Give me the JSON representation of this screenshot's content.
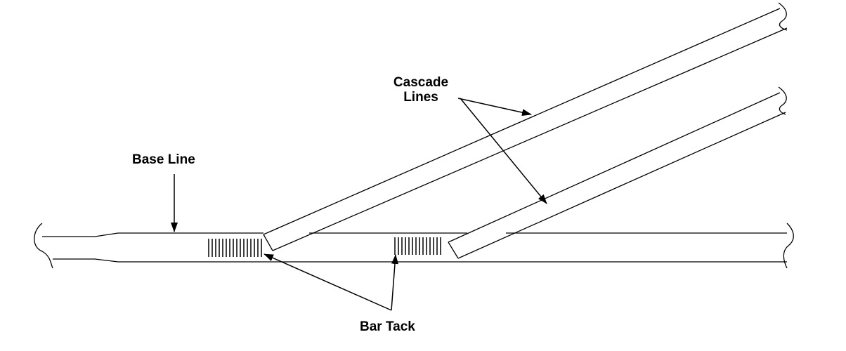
{
  "labels": {
    "base_line": "Base Line",
    "cascade_line1": "Cascade",
    "cascade_line2": "Lines",
    "bar_tack": "Bar Tack"
  },
  "colors": {
    "stroke": "#000000",
    "background": "#ffffff"
  }
}
